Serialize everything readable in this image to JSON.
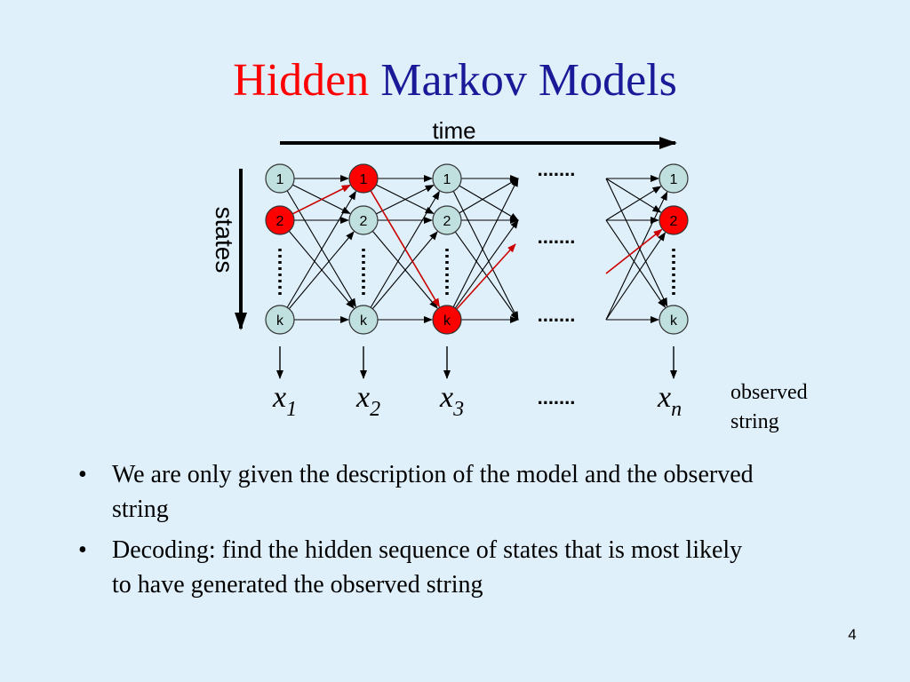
{
  "slide": {
    "title_part1": "Hidden",
    "title_part2": "Markov Models",
    "page_number": "4"
  },
  "colors": {
    "background": "#dff0fb",
    "title_hidden": "#ff0000",
    "title_markov": "#1a1a99",
    "node_fill": "#bfe0df",
    "node_highlight": "#ff0000",
    "path": "#cc0000"
  },
  "diagram": {
    "time_label": "time",
    "states_label": "states",
    "ellipsis": ".......",
    "state_labels": {
      "first": "1",
      "second": "2",
      "last": "k"
    },
    "columns": [
      {
        "observation": "x",
        "subscript": "1",
        "highlighted_state": "2"
      },
      {
        "observation": "x",
        "subscript": "2",
        "highlighted_state": "1"
      },
      {
        "observation": "x",
        "subscript": "3",
        "highlighted_state": "k"
      },
      {
        "observation": "x",
        "subscript": "n",
        "highlighted_state": "2"
      }
    ],
    "observed_string_label": [
      "observed",
      "string"
    ]
  },
  "bullets": [
    "We are only given the description of the model and the observed string",
    "Decoding: find the hidden sequence of states that is most likely to have generated the observed string"
  ]
}
